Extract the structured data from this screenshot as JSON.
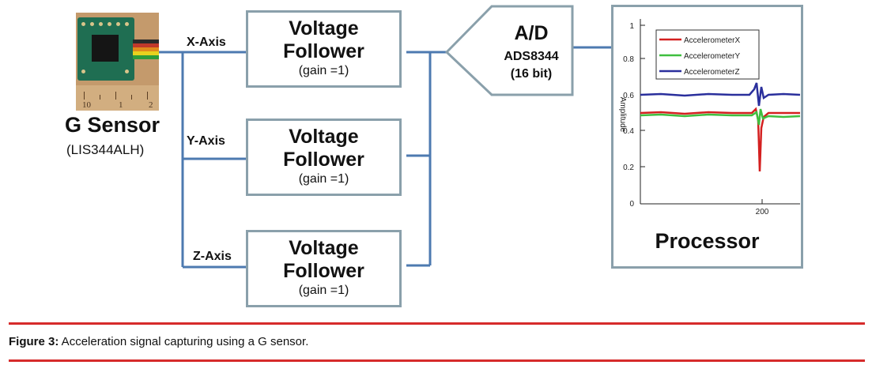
{
  "sensor": {
    "title": "G Sensor",
    "model": "(LIS344ALH)",
    "ruler_numbers": [
      "10",
      "1",
      "2"
    ]
  },
  "axes": {
    "x": "X-Axis",
    "y": "Y-Axis",
    "z": "Z-Axis"
  },
  "followers": [
    {
      "line1": "Voltage",
      "line2": "Follower",
      "gain": "(gain =1)"
    },
    {
      "line1": "Voltage",
      "line2": "Follower",
      "gain": "(gain =1)"
    },
    {
      "line1": "Voltage",
      "line2": "Follower",
      "gain": "(gain =1)"
    }
  ],
  "adc": {
    "title": "A/D",
    "model": "ADS8344",
    "bits": "(16 bit)"
  },
  "processor": {
    "label": "Processor",
    "plot": {
      "ylabel": "Amplitude",
      "yticks": [
        "1",
        "0.8",
        "0.6",
        "0.4",
        "0.2",
        "0"
      ],
      "xticks": [
        "200"
      ],
      "legend": [
        {
          "name": "AccelerometerX",
          "color": "#d42020"
        },
        {
          "name": "AccelerometerY",
          "color": "#3fbf3f"
        },
        {
          "name": "AccelerometerZ",
          "color": "#2a2f9c"
        }
      ]
    }
  },
  "caption": {
    "label": "Figure 3:",
    "text": " Acceleration signal capturing using a G sensor."
  },
  "colors": {
    "connector": "#4d7ab0",
    "box_border": "#8aa0ab",
    "rule": "#d62b2b"
  }
}
